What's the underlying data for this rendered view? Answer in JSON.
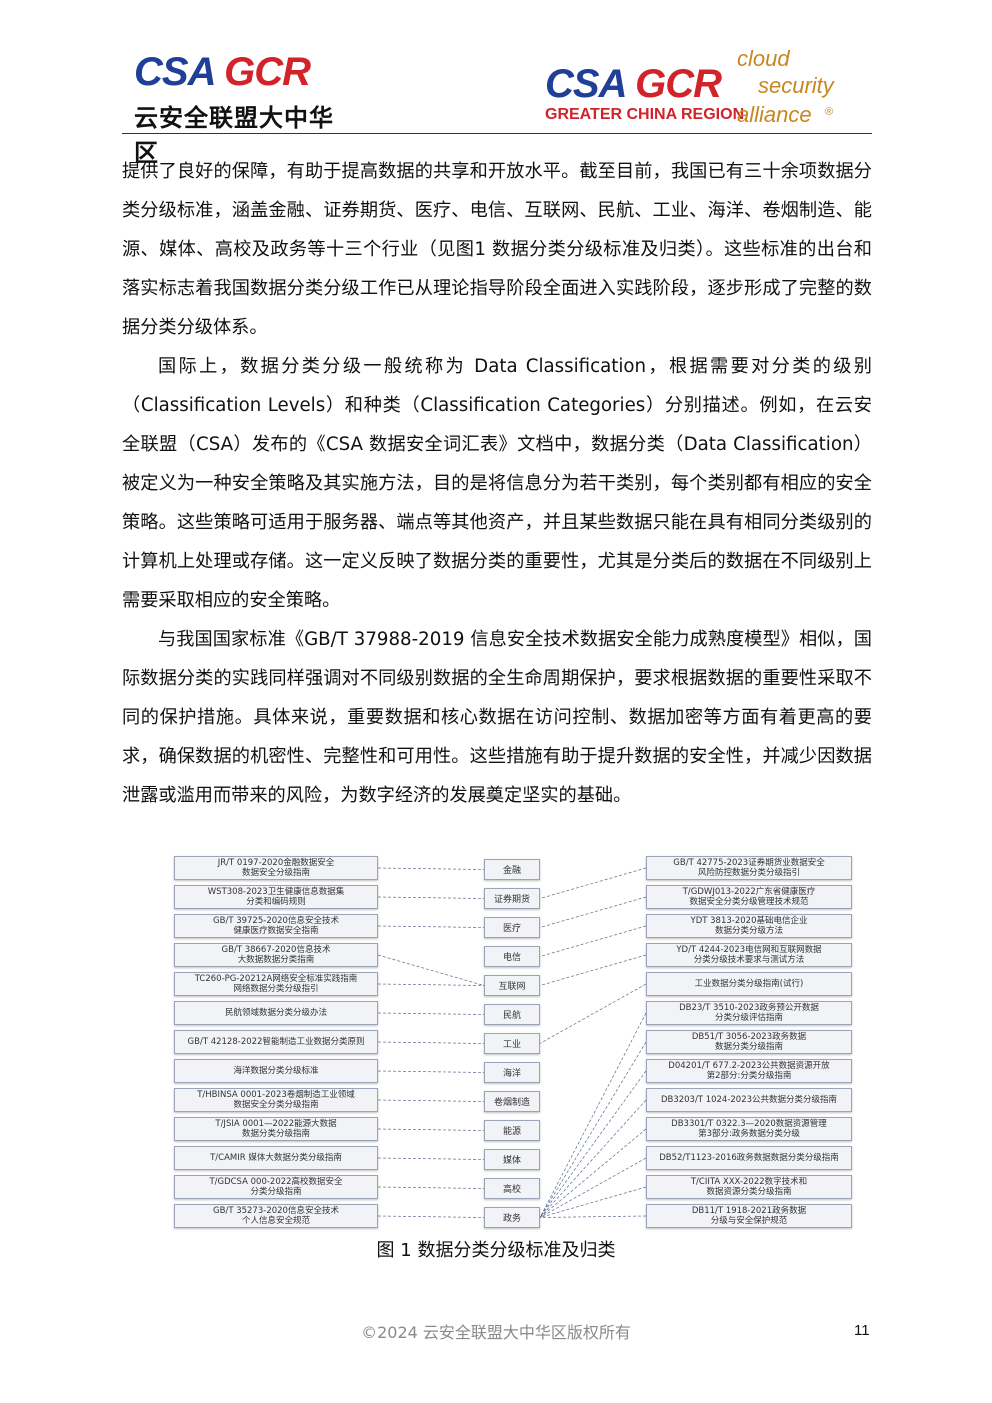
{
  "header": {
    "left_logo": {
      "csa": "CSA",
      "gcr": "GCR",
      "chinese": "云安全联盟大中华区"
    },
    "right_logo": {
      "csa": "CSA",
      "gcr": "GCR",
      "region": "GREATER CHINA REGION",
      "cloud": "cloud",
      "security": "security",
      "alliance": "alliance",
      "reg": "®"
    }
  },
  "paragraphs": [
    "提供了良好的保障，有助于提高数据的共享和开放水平。截至目前，我国已有三十余项数据分类分级标准，涵盖金融、证券期货、医疗、电信、互联网、民航、工业、海洋、卷烟制造、能源、媒体、高校及政务等十三个行业（见图1 数据分类分级标准及归类）。这些标准的出台和落实标志着我国数据分类分级工作已从理论指导阶段全面进入实践阶段，逐步形成了完整的数据分类分级体系。",
    "国际上，数据分类分级一般统称为 Data Classification，根据需要对分类的级别（Classification Levels）和种类（Classification Categories）分别描述。例如，在云安全联盟（CSA）发布的《CSA 数据安全词汇表》文档中，数据分类（Data Classification）被定义为一种安全策略及其实施方法，目的是将信息分为若干类别，每个类别都有相应的安全策略。这些策略可适用于服务器、端点等其他资产，并且某些数据只能在具有相同分类级别的计算机上处理或存储。这一定义反映了数据分类的重要性，尤其是分类后的数据在不同级别上需要采取相应的安全策略。",
    "与我国国家标准《GB/T 37988-2019 信息安全技术数据安全能力成熟度模型》相似，国际数据分类的实践同样强调对不同级别数据的全生命周期保护，要求根据数据的重要性采取不同的保护措施。具体来说，重要数据和核心数据在访问控制、数据加密等方面有着更高的要求，确保数据的机密性、完整性和可用性。这些措施有助于提升数据的安全性，并减少因数据泄露或滥用而带来的风险，为数字经济的发展奠定坚实的基础。"
  ],
  "figure": {
    "categories": [
      "金融",
      "证券期货",
      "医疗",
      "电信",
      "互联网",
      "民航",
      "工业",
      "海洋",
      "卷烟制造",
      "能源",
      "媒体",
      "高校",
      "政务"
    ],
    "left_standards": [
      "JR/T 0197-2020金融数据安全\n数据安全分级指南",
      "WST308-2023卫生健康信息数据集\n分类和编码规则",
      "GB/T 39725-2020信息安全技术\n健康医疗数据安全指南",
      "GB/T 38667-2020信息技术\n大数据数据分类指南",
      "TC260-PG-20212A网络安全标准实践指南\n网络数据分类分级指引",
      "民航领域数据分类分级办法",
      "GB/T 42128-2022智能制造工业数据分类原则",
      "海洋数据分类分级标准",
      "T/HBINSA 0001-2023卷烟制造工业领域\n数据安全分类分级指南",
      "T/JSIA 0001—2022能源大数据\n数据分类分级指南",
      "T/CAMIR 媒体大数据分类分级指南",
      "T/GDCSA 000-2022高校数据安全\n分类分级指南",
      "GB/T 35273-2020信息安全技术\n个人信息安全规范"
    ],
    "right_standards": [
      "GB/T 42775-2023证券期货业数据安全\n风险防控数据分类分级指引",
      "T/GDWJ013-2022广东省健康医疗\n数据安全分类分级管理技术规范",
      "YDT 3813-2020基础电信企业\n数据分类分级方法",
      "YD/T 4244-2023电信网和互联网数据\n分类分级技术要求与测试方法",
      "工业数据分类分级指南(试行)",
      "DB23/T 3510-2023政务预公开数据\n分类分级评估指南",
      "DB51/T 3056-2023政务数据\n数据分类分级指南",
      "D04201/T 677.2-2023公共数据资源开放\n第2部分:分类分级指南",
      "DB3203/T 1024-2023公共数据分类分级指南",
      "DB3301/T 0322.3—2020数据资源管理\n第3部分:政务数据分类分级",
      "DB52/T1123-2016政务数据数据分类分级指南",
      "T/CIITA XXX-2022数字技术和\n数据资源分类分级指南",
      "DB11/T 1918-2021政务数据\n分级与安全保护规范"
    ]
  },
  "caption": "图 1  数据分类分级标准及归类",
  "footer": {
    "copyright": "©2024  云安全联盟大中华区版权所有",
    "page": "11"
  }
}
